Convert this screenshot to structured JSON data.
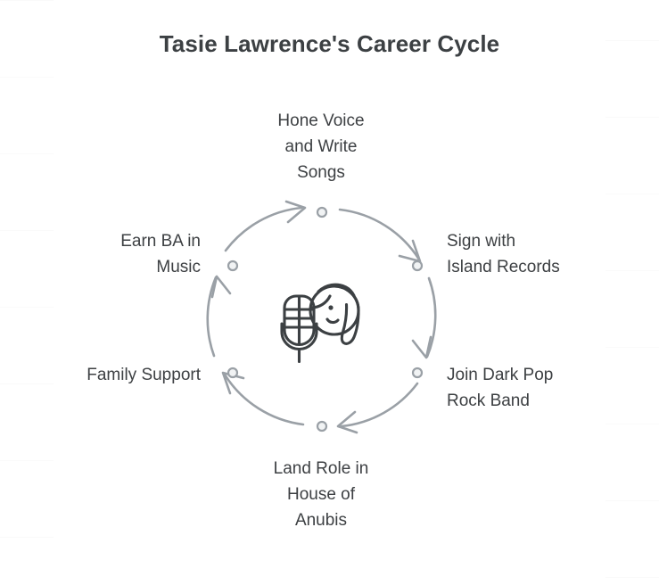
{
  "header": {
    "title": "Tasie Lawrence's Career Cycle"
  },
  "theme": {
    "background": "#ffffff",
    "text_color": "#3d4043",
    "arc_color": "#9aa0a6",
    "node_stroke": "#9aa0a6",
    "node_fill": "#f1f3f4",
    "illustration_stroke": "#3c4043"
  },
  "chart_data": {
    "type": "diagram",
    "diagram_type": "cycle",
    "title": "Tasie Lawrence's Career Cycle",
    "direction": "clockwise",
    "step_count": 6,
    "steps": [
      {
        "index": 1,
        "label": "Hone Voice\nand Write\nSongs",
        "position": "top"
      },
      {
        "index": 2,
        "label": "Sign with\nIsland Records",
        "position": "right-top"
      },
      {
        "index": 3,
        "label": "Join Dark Pop\nRock Band",
        "position": "right-bottom"
      },
      {
        "index": 4,
        "label": "Land Role in\nHouse of\nAnubis",
        "position": "bottom"
      },
      {
        "index": 5,
        "label": "Family Support",
        "position": "left-bottom"
      },
      {
        "index": 6,
        "label": "Earn BA in\nMusic",
        "position": "left-top"
      }
    ]
  },
  "center_illustration": {
    "name": "singer-with-microphone-illustration",
    "elements": [
      "microphone",
      "female-singer-face"
    ]
  }
}
